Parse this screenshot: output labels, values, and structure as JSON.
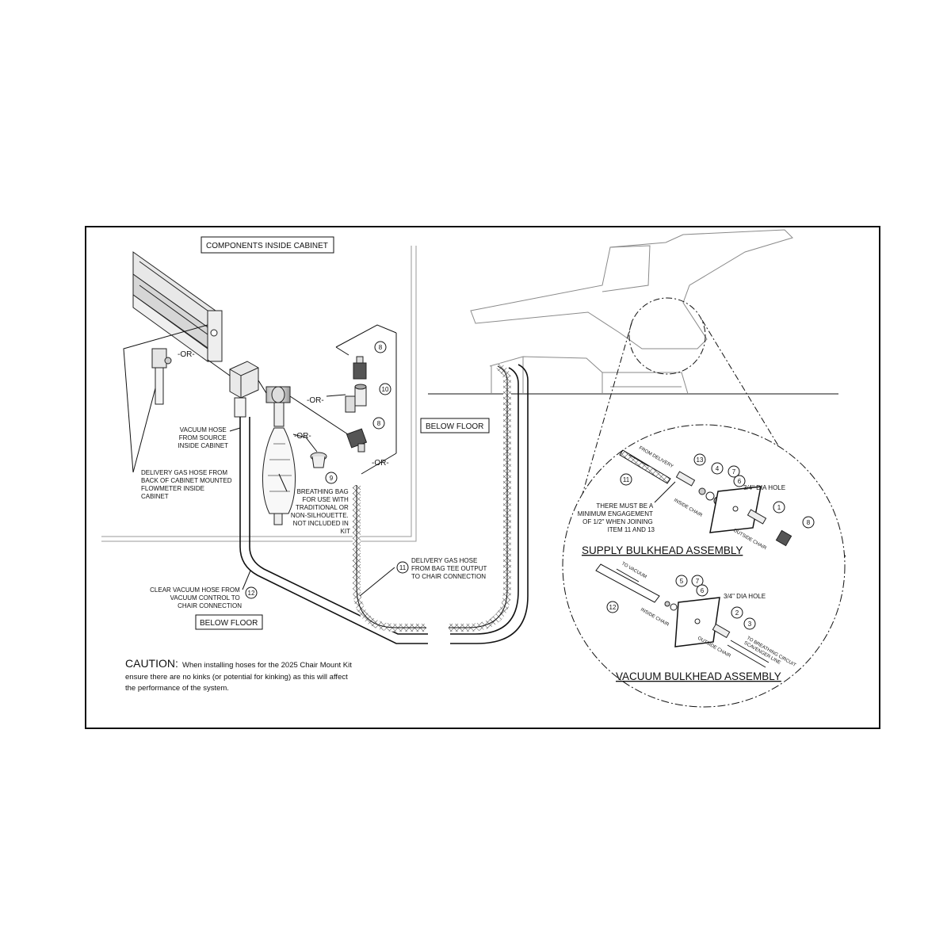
{
  "labels": {
    "components_inside_cabinet": "COMPONENTS INSIDE CABINET",
    "below_floor_1": "BELOW FLOOR",
    "below_floor_2": "BELOW FLOOR",
    "or_1": "-OR-",
    "or_2": "-OR-",
    "or_3": "-OR-",
    "or_4": "-OR-",
    "vacuum_hose_source": [
      "VACUUM HOSE",
      "FROM SOURCE",
      "INSIDE CABINET"
    ],
    "delivery_gas_hose_cabinet": [
      "DELIVERY GAS HOSE FROM",
      "BACK OF CABINET MOUNTED",
      "FLOWMETER INSIDE",
      "CABINET"
    ],
    "breathing_bag": [
      "BREATHING BAG",
      "FOR USE WITH",
      "TRADITIONAL OR",
      "NON-SILHOUETTE.",
      "NOT  INCLUDED IN",
      "KIT"
    ],
    "delivery_gas_hose_bag": [
      "DELIVERY GAS HOSE",
      "FROM BAG TEE OUTPUT",
      "TO CHAIR CONNECTION"
    ],
    "clear_vacuum_hose": [
      "CLEAR VACUUM HOSE FROM",
      "VACUUM  CONTROL TO",
      "CHAIR CONNECTION"
    ],
    "min_engagement": [
      "THERE MUST BE A",
      "MINIMUM  ENGAGEMENT",
      "OF 1/2\" WHEN JOINING",
      "ITEM 11 AND 13"
    ],
    "dia_hole_supply": "3/4\" DIA HOLE",
    "dia_hole_vacuum": "3/4\" DIA HOLE",
    "inside_chair_1": "INSIDE CHAIR",
    "outside_chair_1": "OUTSIDE CHAIR",
    "inside_chair_2": "INSIDE CHAIR",
    "outside_chair_2": "OUTSIDE CHAIR",
    "from_delivery": "FROM DELIVERY",
    "to_vacuum": "TO VACUUM",
    "to_scavenger": [
      "TO BREATHING CIRCUIT",
      "SCAVENGER LINE"
    ]
  },
  "titles": {
    "supply": "SUPPLY BULKHEAD ASSEMBLY",
    "vacuum": "VACUUM BULKHEAD ASSEMBLY"
  },
  "callouts": {
    "c8a": "8",
    "c10": "10",
    "c8b": "8",
    "c9": "9",
    "c11": "11",
    "c12": "12",
    "s11": "11",
    "s13": "13",
    "s4": "4",
    "s7": "7",
    "s6": "6",
    "s1": "1",
    "s8": "8",
    "v12": "12",
    "v5": "5",
    "v7": "7",
    "v6": "6",
    "v2": "2",
    "v3": "3"
  },
  "caution": {
    "heading": "CAUTION:",
    "line1": "When installing hoses for the 2025 Chair Mount Kit",
    "line2": "ensure there are no kinks (or potential for kinking) as this will affect",
    "line3": "the performance of the system."
  }
}
